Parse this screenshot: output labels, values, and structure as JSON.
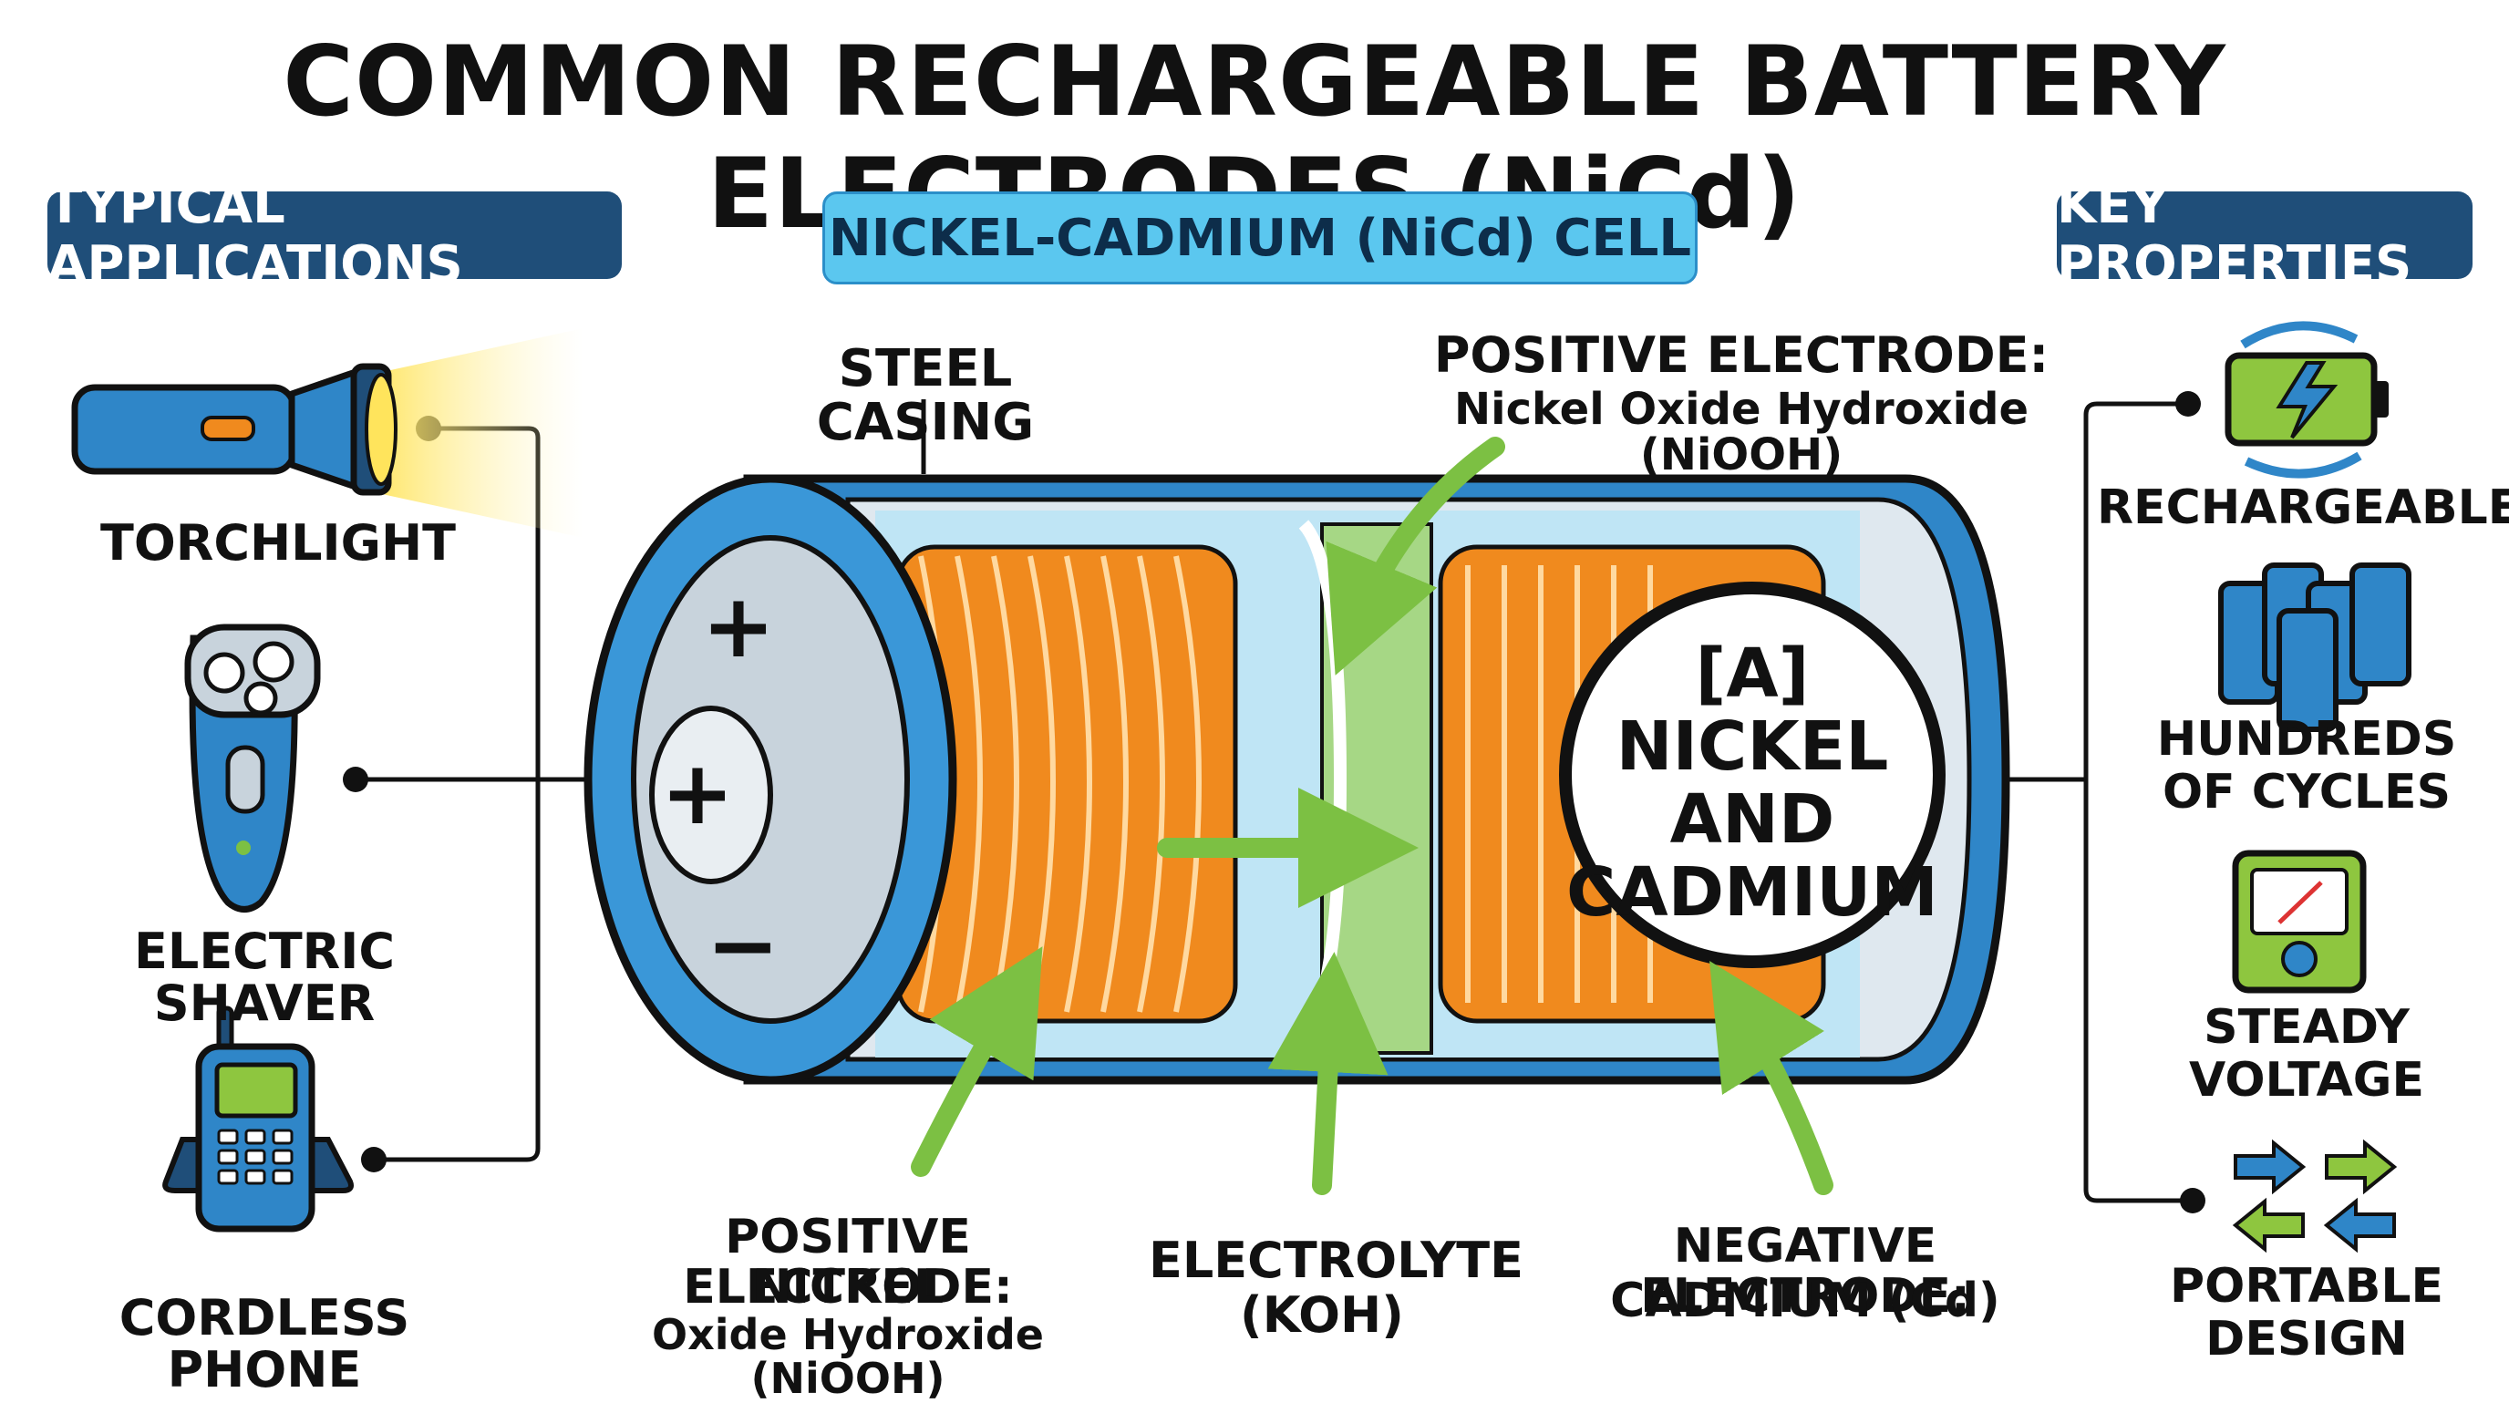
{
  "title": "COMMON RECHARGEABLE BATTERY ELECTRODES (NiCd)",
  "headers": {
    "applications": "TYPICAL APPLICATIONS",
    "cell": "NICKEL-CADMIUM (NiCd) CELL",
    "properties": "KEY PROPERTIES"
  },
  "applications": [
    {
      "label": "TORCHLIGHT",
      "icon": "flashlight-icon"
    },
    {
      "label": "ELECTRIC SHAVER",
      "icon": "shaver-icon"
    },
    {
      "label": "CORDLESS PHONE",
      "icon": "cordless-phone-icon"
    }
  ],
  "properties": [
    {
      "label_1": "RECHARGEABLE",
      "label_2": "",
      "icon": "battery-recharge-icon"
    },
    {
      "label_1": "HUNDREDS",
      "label_2": "OF CYCLES",
      "icon": "battery-stack-icon"
    },
    {
      "label_1": "STEADY",
      "label_2": "VOLTAGE",
      "icon": "voltmeter-icon"
    },
    {
      "label_1": "PORTABLE",
      "label_2": "DESIGN",
      "icon": "arrows-icon"
    }
  ],
  "cell_labels": {
    "steel_casing": "STEEL CASING",
    "pos_top_1": "POSITIVE ELECTRODE:",
    "pos_top_2": "Nickel Oxide Hydroxide (NiOOH)",
    "pos_bottom_1": "POSITIVE ELECTRODE:",
    "pos_bottom_2": "NICKEL",
    "pos_bottom_3": "Oxide Hydroxide (NiOOH)",
    "electrolyte_1": "ELECTROLYTE",
    "electrolyte_2": "(KOH)",
    "negative_1": "NEGATIVE ELECTRODE:",
    "negative_2": "CADMIUM (Cd)",
    "answer_1": "[A] NICKEL",
    "answer_2": "AND",
    "answer_3": "CADMIUM",
    "plus": "+",
    "minus": "−"
  },
  "colors": {
    "navy": "#1f4e79",
    "light_blue": "#5bc7ef",
    "casing_blue": "#2f86c8",
    "coil_orange": "#f08a1e",
    "electrolyte_green": "#a6d785",
    "arrow_green": "#7cc043"
  }
}
